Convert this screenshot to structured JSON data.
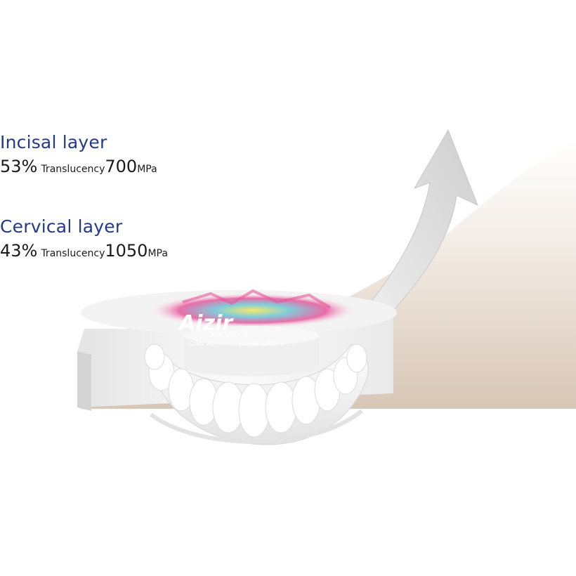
{
  "layers": [
    {
      "title": "Incisal layer",
      "translucency_value": "53%",
      "translucency_label": "Translucency",
      "strength_value": "700",
      "strength_unit": "MPa"
    },
    {
      "title": "Cervical layer",
      "translucency_value": "43%",
      "translucency_label": "Translucency",
      "strength_value": "1050",
      "strength_unit": "MPa"
    }
  ],
  "product": {
    "brand": "Aizir",
    "tagline": "Just glaze it",
    "color_label": "Color A1",
    "height_label": "Height 18mm"
  },
  "colors": {
    "title": "#233a8a",
    "text": "#1b1b1b",
    "gradient_light": "#f7f3ef",
    "gradient_dark": "#d9c9ba",
    "arrow": "#d8d8d8"
  }
}
